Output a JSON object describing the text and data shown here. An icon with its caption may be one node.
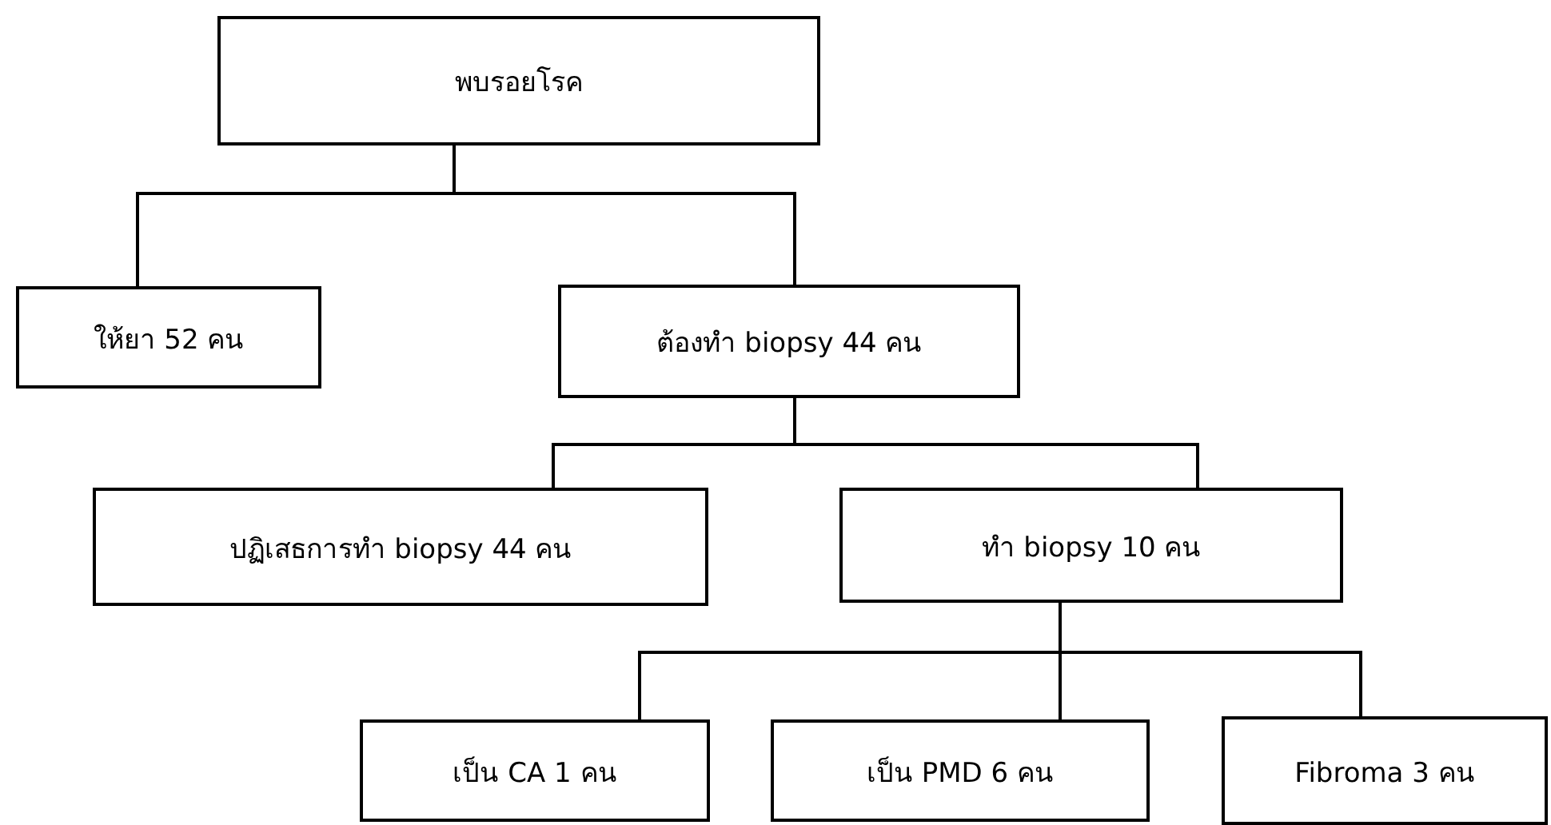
{
  "diagram": {
    "nodes": [
      {
        "text": [
          "พบรอยโรค"
        ]
      },
      {
        "text": [
          "ให้ยา 52 คน"
        ]
      },
      {
        "text": [
          "ต้องทำ biopsy 44 คน"
        ]
      },
      {
        "text": [
          "ปฏิเสธการทำ biopsy 44 คน"
        ]
      },
      {
        "text": [
          "ทำ biopsy 10 คน"
        ]
      },
      {
        "text": [
          "เป็น CA 1 คน"
        ]
      },
      {
        "text": [
          "เป็น PMD 6 คน"
        ]
      },
      {
        "text": [
          "Fibroma 3 คน"
        ]
      }
    ],
    "edges": [
      {
        "from": 0,
        "to": 1,
        "arrow": "none"
      },
      {
        "from": 0,
        "to": 2,
        "arrow": "none"
      },
      {
        "from": 2,
        "to": 3,
        "arrow": "none"
      },
      {
        "from": 2,
        "to": 4,
        "arrow": "none"
      },
      {
        "from": 4,
        "to": 5,
        "arrow": "none"
      },
      {
        "from": 4,
        "to": 6,
        "arrow": "none"
      },
      {
        "from": 4,
        "to": 7,
        "arrow": "none"
      }
    ]
  }
}
